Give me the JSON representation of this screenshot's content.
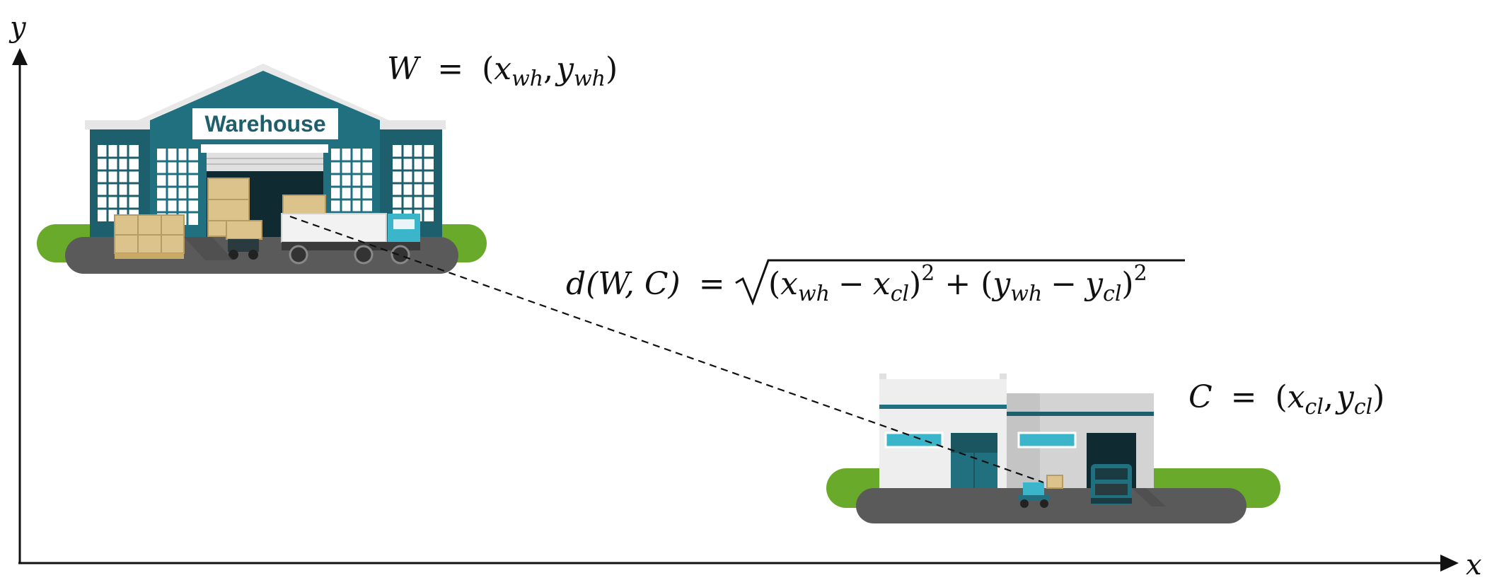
{
  "axes": {
    "x_label": "x",
    "y_label": "y"
  },
  "warehouse": {
    "sign_text": "Warehouse",
    "label": {
      "lhs": "W",
      "eq": "=",
      "open": "(",
      "x_main": "x",
      "x_sub": "wh",
      "comma": ",",
      "y_main": "y",
      "y_sub": "wh",
      "close": ")"
    }
  },
  "client": {
    "label": {
      "lhs": "C",
      "eq": "=",
      "open": "(",
      "x_main": "x",
      "x_sub": "cl",
      "comma": ",",
      "y_main": "y",
      "y_sub": "cl",
      "close": ")"
    }
  },
  "distance": {
    "func": "d",
    "args": "(W, C)",
    "eq": "=",
    "term1": {
      "open": "(",
      "a": "x",
      "a_sub": "wh",
      "minus": "−",
      "b": "x",
      "b_sub": "cl",
      "close": ")",
      "exp": "2"
    },
    "plus": "+",
    "term2": {
      "open": "(",
      "a": "y",
      "a_sub": "wh",
      "minus": "−",
      "b": "y",
      "b_sub": "cl",
      "close": ")",
      "exp": "2"
    }
  },
  "colors": {
    "teal_dark": "#1d5f6c",
    "teal": "#217080",
    "teal_light": "#3bb5c9",
    "grass": "#6aaa2a",
    "road": "#5a5a5a",
    "box": "#dcc38c",
    "white_building": "#eeeeee",
    "grey_building": "#d3d3d3"
  }
}
